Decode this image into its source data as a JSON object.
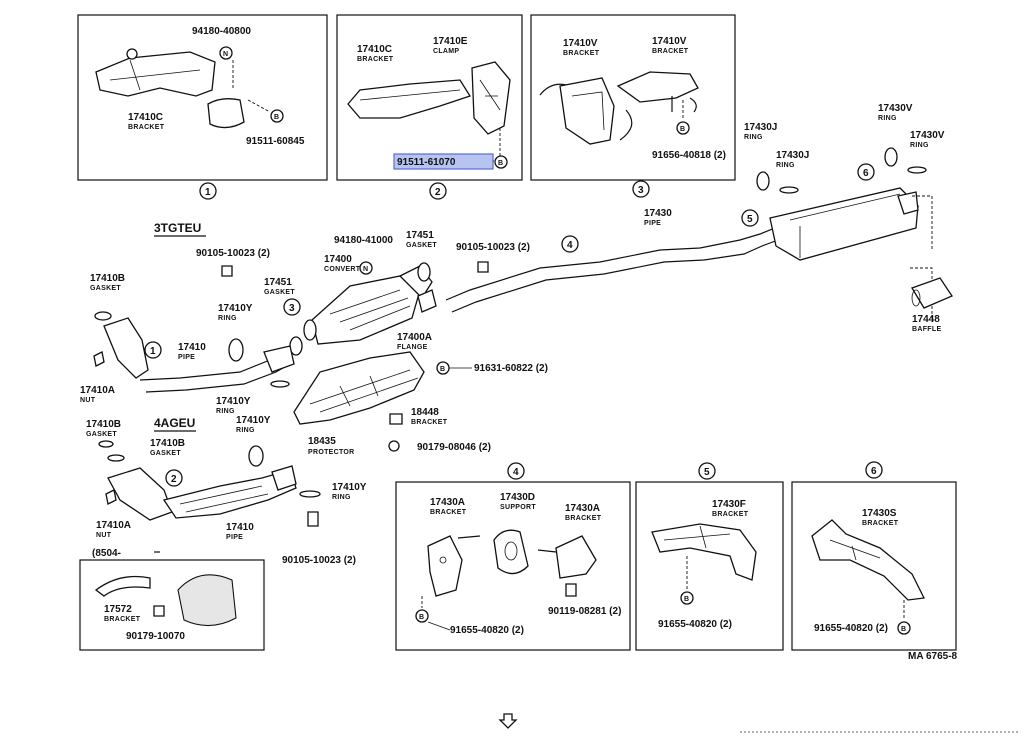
{
  "labels": {
    "b1_p1": "94180-40800",
    "b1_p2": "17410C",
    "b1_p2n": "BRACKET",
    "b1_p3": "91511-60845",
    "b2_p1": "17410C",
    "b2_p1n": "BRACKET",
    "b2_p2": "17410E",
    "b2_p2n": "CLAMP",
    "b2_p3": "91511-61070",
    "b3_p1": "17410V",
    "b3_p1n": "BRACKET",
    "b3_p2": "17410V",
    "b3_p2n": "BRACKET",
    "b3_p3": "91656-40818 (2)",
    "ring_j1": "17430J",
    "ring_j1n": "RING",
    "ring_j2": "17430J",
    "ring_j2n": "RING",
    "ring_v1": "17430V",
    "ring_v1n": "RING",
    "ring_v2": "17430V",
    "ring_v2n": "RING",
    "engine_3t": "3TGTEU",
    "engine_4a": "4AGEU",
    "p90105_a": "90105-10023 (2)",
    "p94180_b": "94180-41000",
    "p17451_a": "17451",
    "p17451_an": "GASKET",
    "p90105_b": "90105-10023 (2)",
    "p17430": "17430",
    "p17430n": "PIPE",
    "p17400": "17400",
    "p17400n": "CONVERTER",
    "p17410b_a": "17410B",
    "p17410b_an": "GASKET",
    "p17451_b": "17451",
    "p17451_bn": "GASKET",
    "p17410y_a": "17410Y",
    "p17410y_an": "RING",
    "p17410": "17410",
    "p17410n": "PIPE",
    "p17400a": "17400A",
    "p17400an": "FLANGE",
    "p91631": "91631-60822 (2)",
    "p17410a_a": "17410A",
    "p17410a_an": "NUT",
    "p17410y_b": "17410Y",
    "p17410y_bn": "RING",
    "p18448": "18448",
    "p18448n": "BRACKET",
    "p17410b_b": "17410B",
    "p17410b_bn": "GASKET",
    "p17410b_c": "17410B",
    "p17410b_cn": "GASKET",
    "p17410y_c": "17410Y",
    "p17410y_cn": "RING",
    "p18435": "18435",
    "p18435n": "PROTECTOR",
    "p90179_a": "90179-08046 (2)",
    "p17410y_d": "17410Y",
    "p17410y_dn": "RING",
    "p17410a_b": "17410A",
    "p17410a_bn": "NUT",
    "p17410_b": "17410",
    "p17410_bn": "PIPE",
    "p90105_c": "90105-10023 (2)",
    "p17448": "17448",
    "p17448n": "BAFFLE",
    "date_code": "(8504-",
    "p17572": "17572",
    "p17572n": "BRACKET",
    "p90179_b": "90179-10070",
    "b4_p1": "17430A",
    "b4_p1n": "BRACKET",
    "b4_p2": "17430D",
    "b4_p2n": "SUPPORT",
    "b4_p3": "17430A",
    "b4_p3n": "BRACKET",
    "b4_p4": "90119-08281 (2)",
    "b4_p5": "91655-40820 (2)",
    "b5_p1": "17430F",
    "b5_p1n": "BRACKET",
    "b5_p2": "91655-40820 (2)",
    "b6_p1": "17430S",
    "b6_p1n": "BRACKET",
    "b6_p2": "91655-40820 (2)",
    "diagram_code": "MA 6765-8"
  },
  "markers": {
    "n": "N",
    "b": "B",
    "c1": "1",
    "c2": "2",
    "c3": "3",
    "c4": "4",
    "c5": "5",
    "c6": "6"
  },
  "colors": {
    "highlight": "#b8c4f0",
    "highlight_border": "#5a6ad6",
    "ink": "#111111"
  },
  "icons": {
    "scroll_indicator": "down-arrow-icon"
  }
}
